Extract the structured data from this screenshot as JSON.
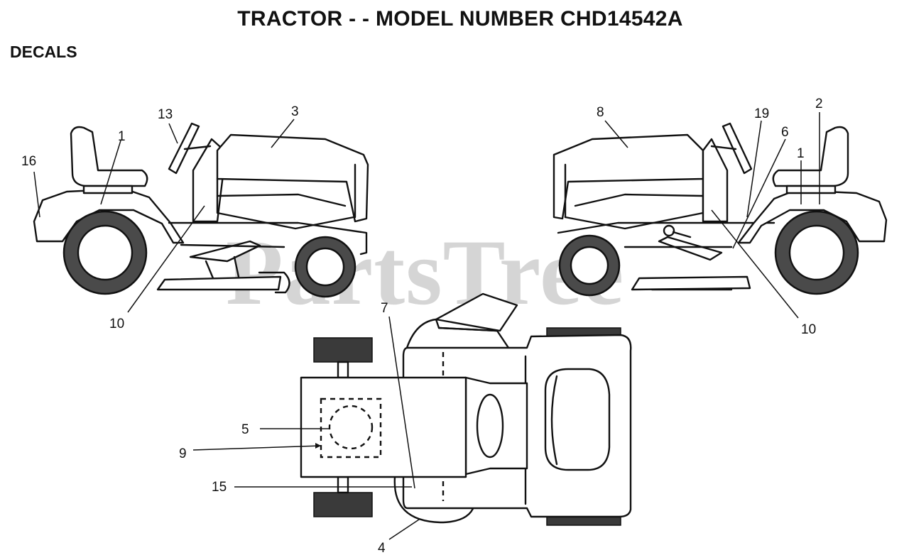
{
  "header": {
    "title": "TRACTOR - - MODEL NUMBER CHD14542A",
    "section": "DECALS"
  },
  "watermark": "PartsTree",
  "callouts": {
    "left_view": [
      "16",
      "1",
      "13",
      "3",
      "10"
    ],
    "right_view": [
      "8",
      "19",
      "2",
      "6",
      "1",
      "10"
    ],
    "top_view": [
      "7",
      "5",
      "9",
      "15",
      "4"
    ]
  },
  "colors": {
    "line": "#111111",
    "tire_fill": "#4a4a4a",
    "watermark": "#d5d5d5"
  }
}
